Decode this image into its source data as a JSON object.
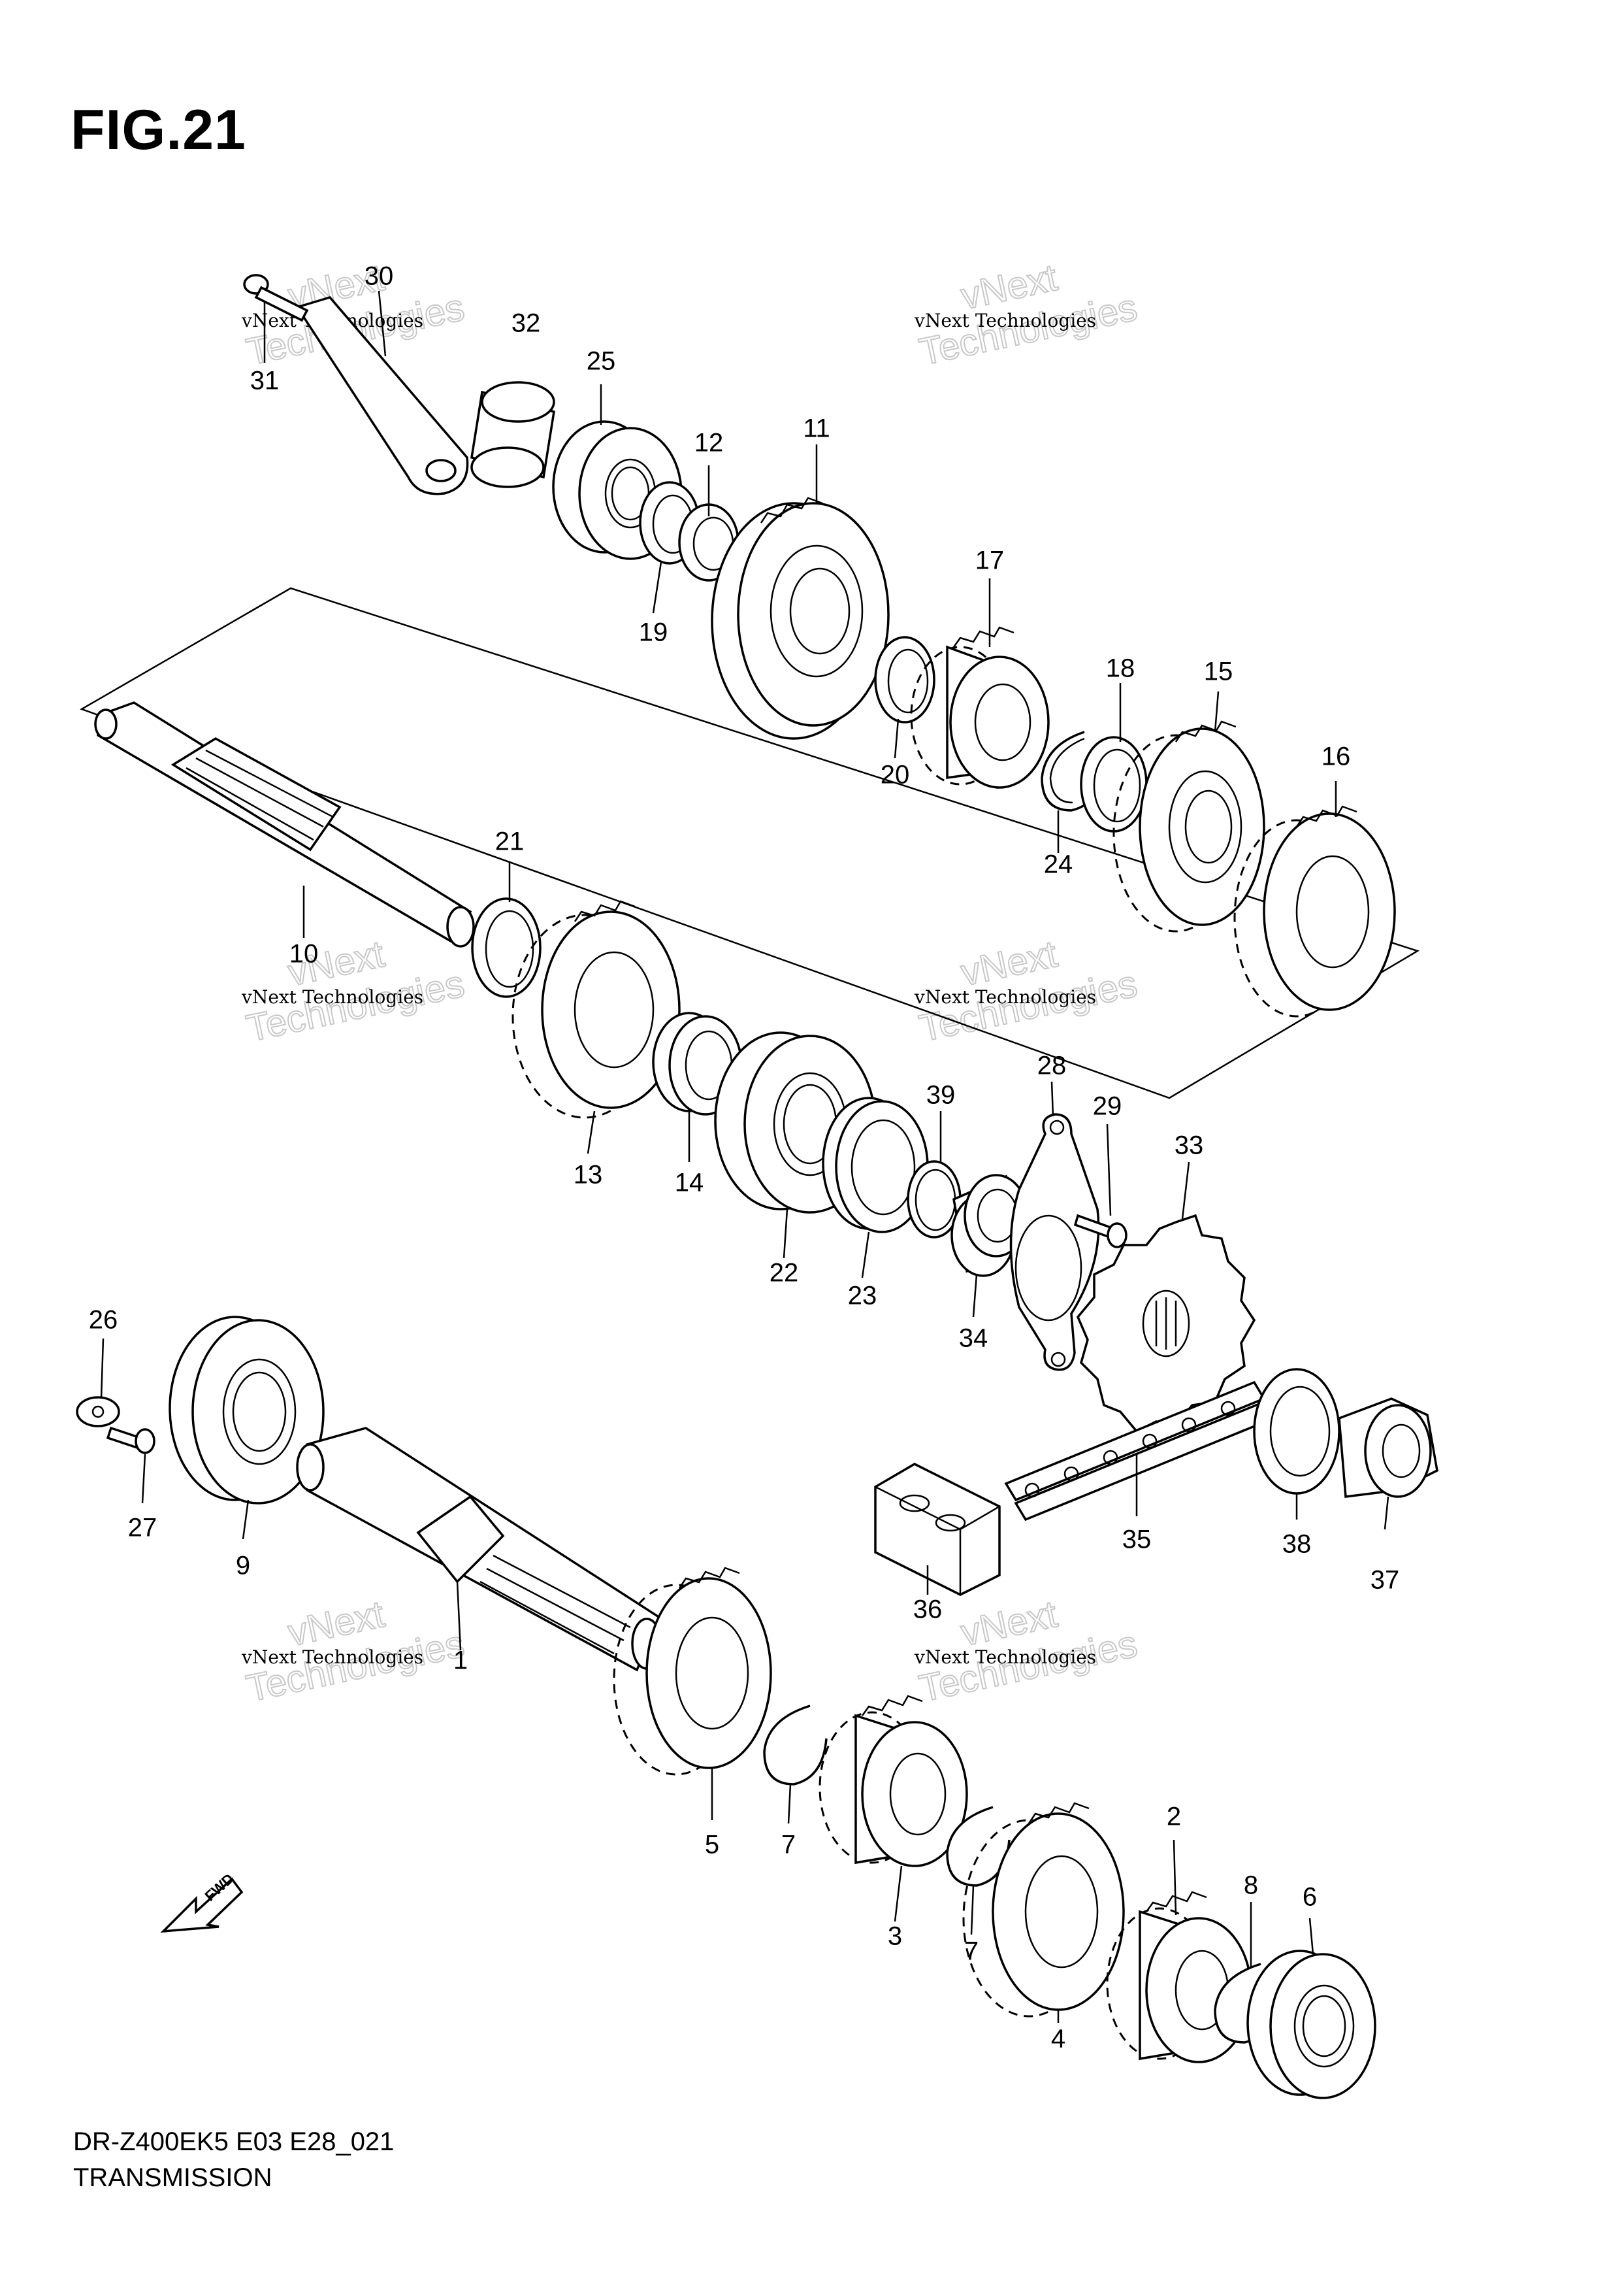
{
  "figure": {
    "title": "FIG.21",
    "model_code": "DR-Z400EK5 E03 E28_021",
    "name": "TRANSMISSION",
    "fwd_label": "FWD"
  },
  "watermark": {
    "line1": "vNext Technologies",
    "line2": "vNext",
    "line3": "Technologies"
  },
  "callouts": {
    "c1": "1",
    "c2": "2",
    "c3": "3",
    "c4": "4",
    "c5": "5",
    "c6": "6",
    "c7a": "7",
    "c7b": "7",
    "c8": "8",
    "c9": "9",
    "c10": "10",
    "c11": "11",
    "c12": "12",
    "c13": "13",
    "c14": "14",
    "c15": "15",
    "c16": "16",
    "c17": "17",
    "c18": "18",
    "c19": "19",
    "c20": "20",
    "c21": "21",
    "c22": "22",
    "c23": "23",
    "c24": "24",
    "c25": "25",
    "c26": "26",
    "c27": "27",
    "c28": "28",
    "c29": "29",
    "c30": "30",
    "c31": "31",
    "c32": "32",
    "c33": "33",
    "c34": "34",
    "c35": "35",
    "c36": "36",
    "c37": "37",
    "c38": "38",
    "c39": "39"
  }
}
